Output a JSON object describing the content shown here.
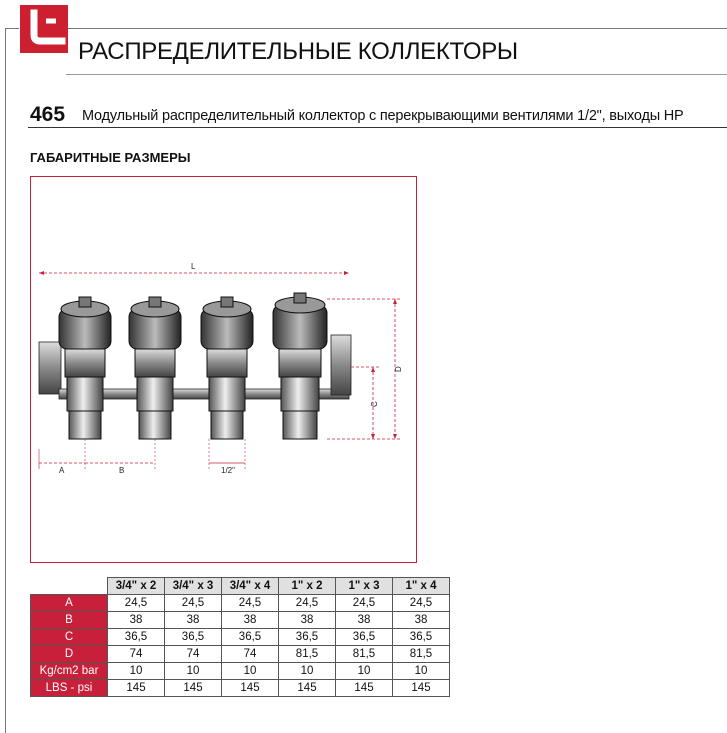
{
  "header": {
    "title": "РАСПРЕДЕЛИТЕЛЬНЫЕ КОЛЛЕКТОРЫ"
  },
  "product": {
    "code": "465",
    "description": "Модульный распределительный коллектор с перекрывающими вентилями 1/2\", выходы НР"
  },
  "section": {
    "title": "ГАБАРИТНЫЕ РАЗМЕРЫ"
  },
  "drawing": {
    "dim_labels": {
      "L": "L",
      "A": "A",
      "B": "B",
      "half_inch": "1/2\"",
      "C": "C",
      "D": "D"
    }
  },
  "table": {
    "columns": [
      "3/4\" x 2",
      "3/4\" x 3",
      "3/4\" x 4",
      "1\" x 2",
      "1\" x 3",
      "1\" x 4"
    ],
    "rows": [
      {
        "label": "A",
        "values": [
          "24,5",
          "24,5",
          "24,5",
          "24,5",
          "24,5",
          "24,5"
        ]
      },
      {
        "label": "B",
        "values": [
          "38",
          "38",
          "38",
          "38",
          "38",
          "38"
        ]
      },
      {
        "label": "C",
        "values": [
          "36,5",
          "36,5",
          "36,5",
          "36,5",
          "36,5",
          "36,5"
        ]
      },
      {
        "label": "D",
        "values": [
          "74",
          "74",
          "74",
          "81,5",
          "81,5",
          "81,5"
        ]
      },
      {
        "label": "Kg/cm2 bar",
        "values": [
          "10",
          "10",
          "10",
          "10",
          "10",
          "10"
        ]
      },
      {
        "label": "LBS - psi",
        "values": [
          "145",
          "145",
          "145",
          "145",
          "145",
          "145"
        ]
      }
    ]
  },
  "colors": {
    "accent": "#c8203a",
    "logo": "#cc1f2f"
  }
}
